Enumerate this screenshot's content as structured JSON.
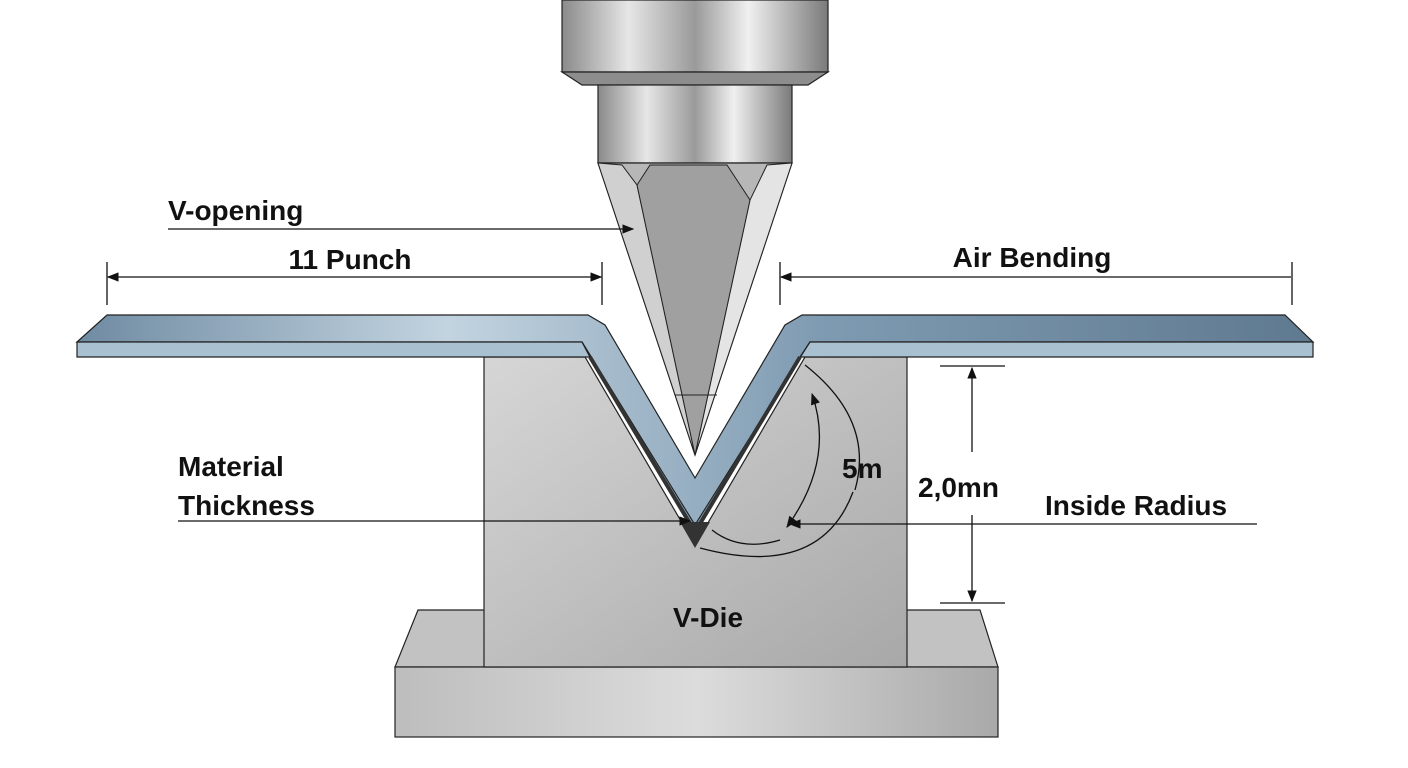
{
  "labels": {
    "v_opening": "V-opening",
    "punch": "11 Punch",
    "air_bending": "Air Bending",
    "material": "Material",
    "thickness": "Thickness",
    "inside_radius": "Inside Radius",
    "angle_value": "5m",
    "height_value": "2,0mn",
    "v_die": "V-Die"
  },
  "colors": {
    "sheet": "#8fa9bd",
    "sheet_top": "#b9cbd8",
    "steel": "#b4b4b4",
    "die": "#c8c8c8"
  }
}
